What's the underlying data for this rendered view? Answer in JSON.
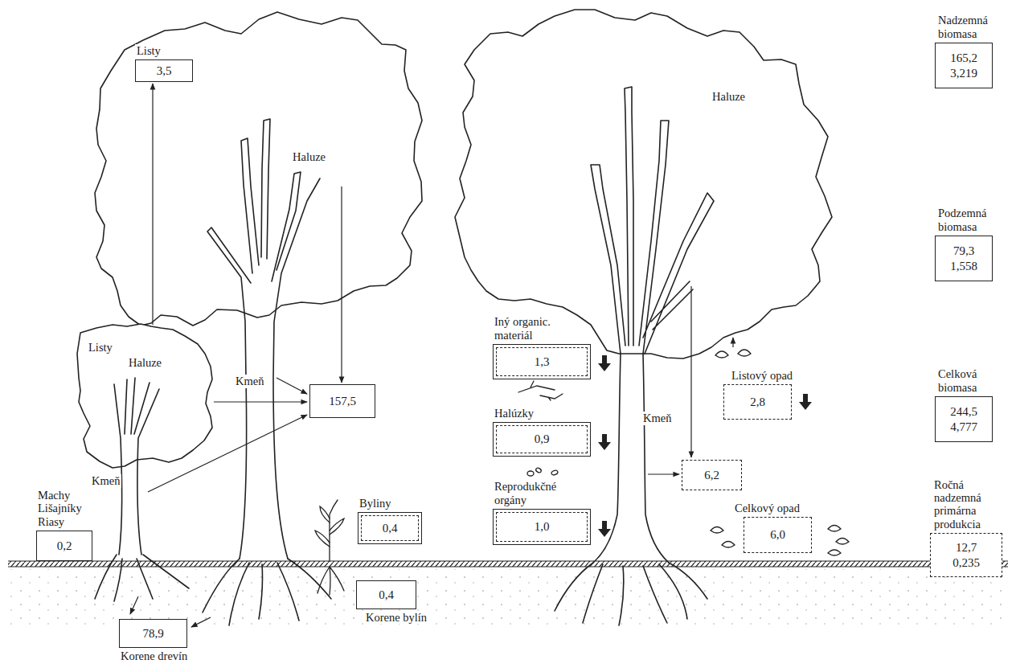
{
  "diagram": {
    "nodes": [
      {
        "text": [
          "Listy",
          "3,5"
        ]
      },
      {
        "text": [
          "157,5"
        ]
      },
      {
        "text": [
          "Machy Lišajníky Riasy",
          "0,2"
        ]
      },
      {
        "text": [
          "Byliny",
          "0,4"
        ]
      },
      {
        "text": [
          "0,4",
          "Korene bylín"
        ]
      },
      {
        "text": [
          "78,9",
          "Korene drevín"
        ]
      },
      {
        "text": [
          "Iný organic. materiál",
          "1,3"
        ]
      },
      {
        "text": [
          "Halúzky",
          "0,9"
        ]
      },
      {
        "text": [
          "Reprodukčné orgány",
          "1,0"
        ]
      },
      {
        "text": [
          "Listový opad",
          "2,8"
        ]
      },
      {
        "text": [
          "6,2"
        ]
      },
      {
        "text": [
          "Celkový opad",
          "6,0"
        ]
      },
      {
        "text": [
          "Nadzemná biomasa",
          "165,2",
          "3,219"
        ]
      },
      {
        "text": [
          "Podzemná biomasa",
          "79,3",
          "1,558"
        ]
      },
      {
        "text": [
          "Celková biomasa",
          "244,5",
          "4,777"
        ]
      },
      {
        "text": [
          "Ročná nadzemná primárna produkcia",
          "12,7",
          "0,235"
        ]
      }
    ],
    "labels": [
      "Listy",
      "Haluze",
      "Kmeň",
      "Haluze",
      "Kmeň",
      "Haluze",
      "Kmeň"
    ]
  }
}
